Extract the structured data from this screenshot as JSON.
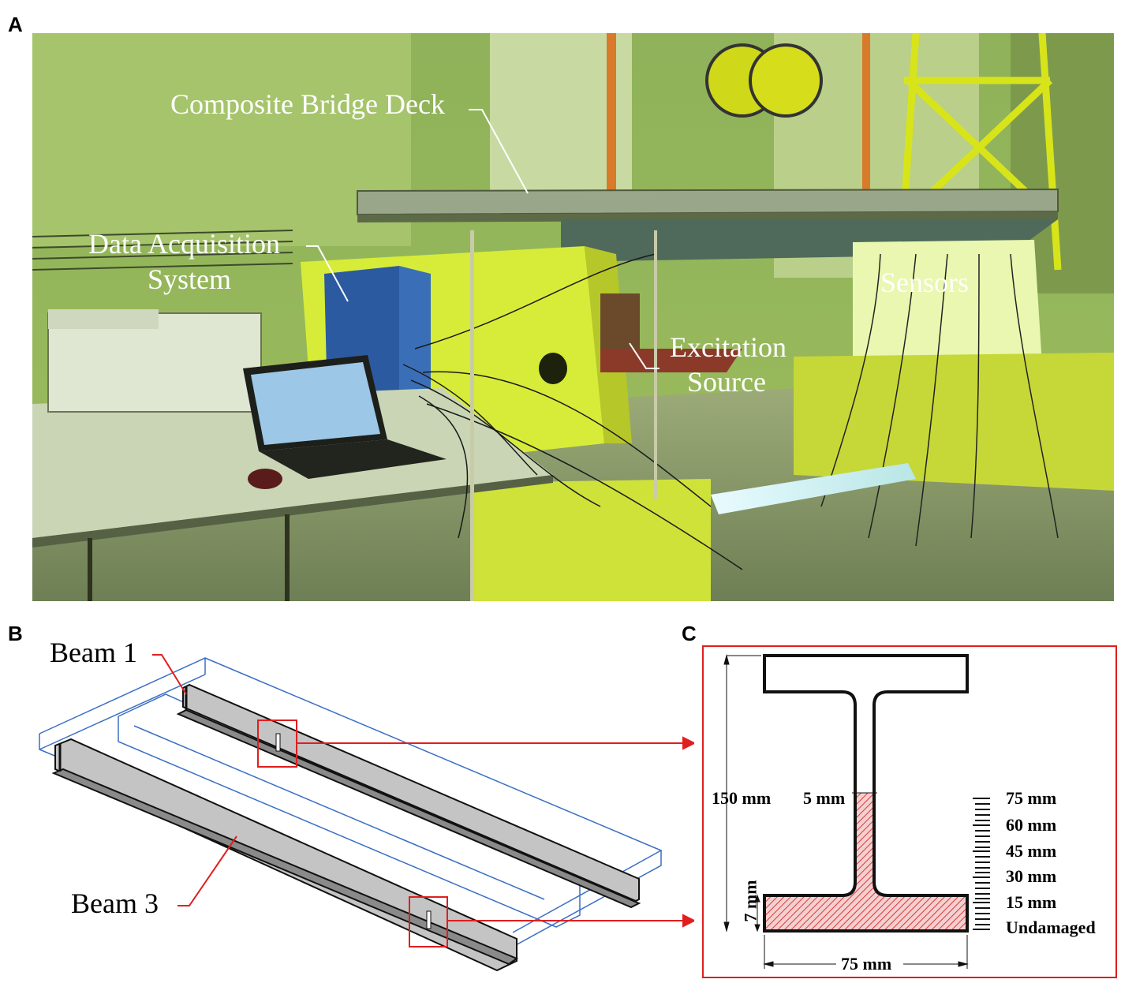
{
  "panels": {
    "a": "A",
    "b": "B",
    "c": "C"
  },
  "photo_labels": {
    "deck": "Composite Bridge Deck",
    "daq_line1": "Data Acquisition",
    "daq_line2": "System",
    "sensors": "Sensors",
    "excitation_line1": "Excitation",
    "excitation_line2": "Source"
  },
  "beams": {
    "beam1": "Beam 1",
    "beam3": "Beam 3"
  },
  "section": {
    "height": "150 mm",
    "web": "5 mm",
    "flange": "7 mm",
    "width": "75 mm"
  },
  "damage_scale": [
    "75 mm",
    "60 mm",
    "45 mm",
    "30 mm",
    "15 mm",
    "Undamaged"
  ],
  "colors": {
    "accent_red": "#e01e1e",
    "deck_outline": "#3a6fc4",
    "beam_fill": "#c4c4c4",
    "hatch": "#d9383a"
  }
}
